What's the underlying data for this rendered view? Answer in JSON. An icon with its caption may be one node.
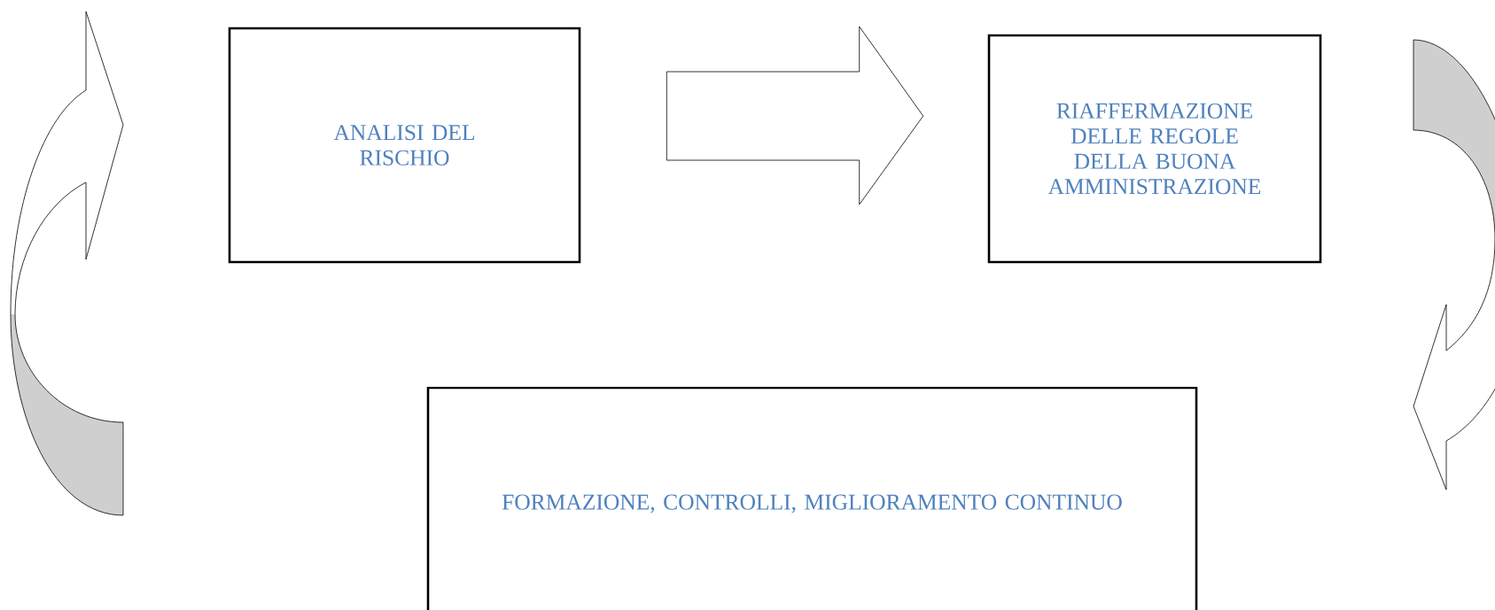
{
  "diagram": {
    "nodes": [
      {
        "text": [
          "ANALISI DEL RISCHIO"
        ]
      },
      {
        "text": [
          "RIAFFERMAZIONE DELLE REGOLE DELLA BUONA AMMINISTRAZIONE"
        ]
      },
      {
        "text": [
          "FORMAZIONE, CONTROLLI, MIGLIORAMENTO CONTINUO"
        ]
      }
    ],
    "edges": [
      {
        "from": 0,
        "to": 1,
        "arrow": "to"
      }
    ]
  }
}
